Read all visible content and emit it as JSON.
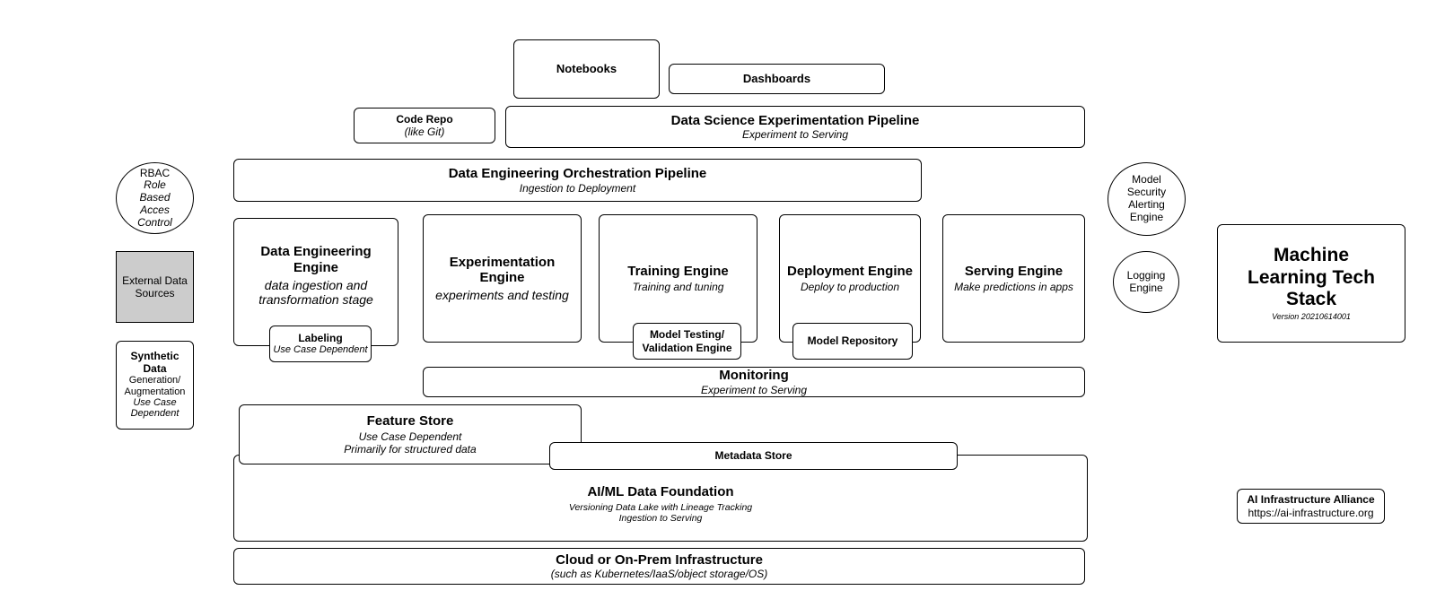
{
  "notebooks": {
    "title": "Notebooks"
  },
  "dashboards": {
    "title": "Dashboards"
  },
  "code_repo": {
    "title": "Code Repo",
    "sub": "(like Git)"
  },
  "ds_pipeline": {
    "title": "Data Science Experimentation Pipeline",
    "sub": "Experiment to Serving"
  },
  "de_pipeline": {
    "title": "Data Engineering Orchestration Pipeline",
    "sub": "Ingestion to Deployment"
  },
  "rbac": {
    "lines": [
      "RBAC",
      "Role",
      "Based",
      "Acces",
      "Control"
    ]
  },
  "external_sources": {
    "title": "External Data Sources",
    "fill": "#cccccc"
  },
  "synthetic_data": {
    "title": "Synthetic Data",
    "line1": "Generation/",
    "line2": "Augmentation",
    "sub": "Use Case Dependent"
  },
  "de_engine": {
    "title": "Data Engineering Engine",
    "sub": "data ingestion and transformation stage"
  },
  "labeling": {
    "title": "Labeling",
    "sub": "Use Case Dependent"
  },
  "exp_engine": {
    "title": "Experimentation Engine",
    "sub": "experiments and testing"
  },
  "training_engine": {
    "title": "Training Engine",
    "sub": "Training and tuning"
  },
  "model_testing": {
    "title": "Model Testing/ Validation Engine"
  },
  "deployment_engine": {
    "title": "Deployment Engine",
    "sub": "Deploy to production"
  },
  "model_repo": {
    "title": "Model Repository"
  },
  "serving_engine": {
    "title": "Serving Engine",
    "sub": "Make predictions in apps"
  },
  "model_security": {
    "lines": [
      "Model",
      "Security",
      "Alerting",
      "Engine"
    ]
  },
  "logging_engine": {
    "lines": [
      "Logging",
      "Engine"
    ]
  },
  "ml_stack": {
    "title": "Machine Learning Tech Stack",
    "version": "Version 20210614001"
  },
  "monitoring": {
    "title": "Monitoring",
    "sub": "Experiment to Serving"
  },
  "feature_store": {
    "title": "Feature Store",
    "sub1": "Use Case Dependent",
    "sub2": "Primarily for structured data"
  },
  "metadata_store": {
    "title": "Metadata Store"
  },
  "data_foundation": {
    "title": "AI/ML Data Foundation",
    "sub1": "Versioning Data Lake with Lineage Tracking",
    "sub2": "Ingestion to Serving"
  },
  "aia": {
    "title": "AI Infrastructure Alliance",
    "url": "https://ai-infrastructure.org"
  },
  "infra": {
    "title": "Cloud or On-Prem Infrastructure",
    "sub": "(such as Kubernetes/IaaS/object storage/OS)"
  }
}
